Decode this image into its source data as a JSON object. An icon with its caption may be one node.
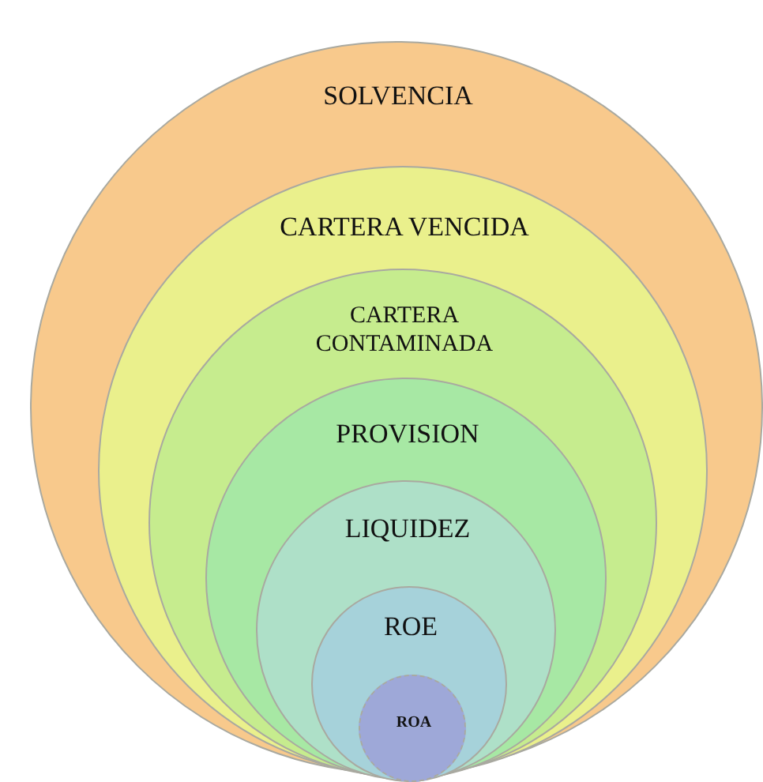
{
  "diagram": {
    "nodes": [
      {
        "text": [
          "SOLVENCIA"
        ]
      },
      {
        "text": [
          "CARTERA VENCIDA"
        ],
        "in": 0
      },
      {
        "text": [
          "CARTERA CONTAMINADA"
        ],
        "in": 1
      },
      {
        "text": [
          "PROVISION"
        ],
        "in": 2
      },
      {
        "text": [
          "LIQUIDEZ"
        ],
        "in": 3
      },
      {
        "text": [
          "ROE"
        ],
        "in": 4
      },
      {
        "text": [
          "ROA"
        ],
        "in": 5
      }
    ]
  }
}
